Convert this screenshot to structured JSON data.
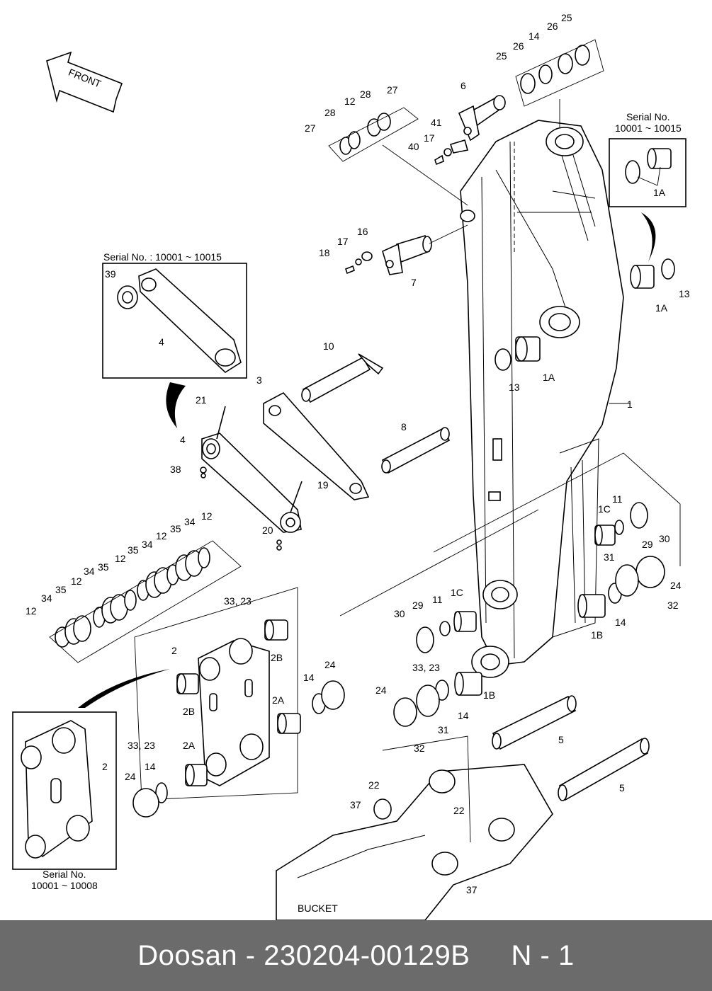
{
  "labels": {
    "front": "FRONT",
    "bucket": "BUCKET",
    "serial_top_right_1": "Serial No.",
    "serial_top_right_2": "10001 ~ 10015",
    "serial_link": "Serial No. : 10001 ~ 10015",
    "serial_bottom_1": "Serial No.",
    "serial_bottom_2": "10001 ~ 10008"
  },
  "callouts": {
    "p1": "1",
    "p1A_a": "1A",
    "p1A_b": "1A",
    "p1A_c": "1A",
    "p1B_a": "1B",
    "p1B_b": "1B",
    "p1C_a": "1C",
    "p1C_b": "1C",
    "p2_a": "2",
    "p2_b": "2",
    "p2A_a": "2A",
    "p2A_b": "2A",
    "p2B_a": "2B",
    "p2B_b": "2B",
    "p3": "3",
    "p4_a": "4",
    "p4_b": "4",
    "p5_a": "5",
    "p5_b": "5",
    "p6": "6",
    "p7": "7",
    "p8": "8",
    "p10": "10",
    "p11_a": "11",
    "p11_b": "11",
    "p12_a": "12",
    "p12_b": "12",
    "p12_c": "12",
    "p12_d": "12",
    "p12_e": "12",
    "p12_f": "12",
    "p13_a": "13",
    "p13_b": "13",
    "p14_a": "14",
    "p14_b": "14",
    "p14_c": "14",
    "p14_d": "14",
    "p14_e": "14",
    "p16": "16",
    "p17_a": "17",
    "p17_b": "17",
    "p18": "18",
    "p19": "19",
    "p20": "20",
    "p21": "21",
    "p22_a": "22",
    "p22_b": "22",
    "p24_a": "24",
    "p24_b": "24",
    "p24_c": "24",
    "p24_d": "24",
    "p25_a": "25",
    "p25_b": "25",
    "p26_a": "26",
    "p26_b": "26",
    "p27_a": "27",
    "p27_b": "27",
    "p28_a": "28",
    "p28_b": "28",
    "p29_a": "29",
    "p29_b": "29",
    "p30_a": "30",
    "p30_b": "30",
    "p31_a": "31",
    "p31_b": "31",
    "p32_a": "32",
    "p32_b": "32",
    "p33_23_a": "33, 23",
    "p33_23_b": "33, 23",
    "p33_23_c": "33, 23",
    "p34_a": "34",
    "p34_b": "34",
    "p34_c": "34",
    "p34_d": "34",
    "p35_a": "35",
    "p35_b": "35",
    "p35_c": "35",
    "p35_d": "35",
    "p37_a": "37",
    "p37_b": "37",
    "p38": "38",
    "p39": "39",
    "p40": "40",
    "p41": "41"
  },
  "footer": {
    "brand": "Doosan",
    "separator": "-",
    "part_number": "230204-00129B",
    "page": "N - 1"
  }
}
